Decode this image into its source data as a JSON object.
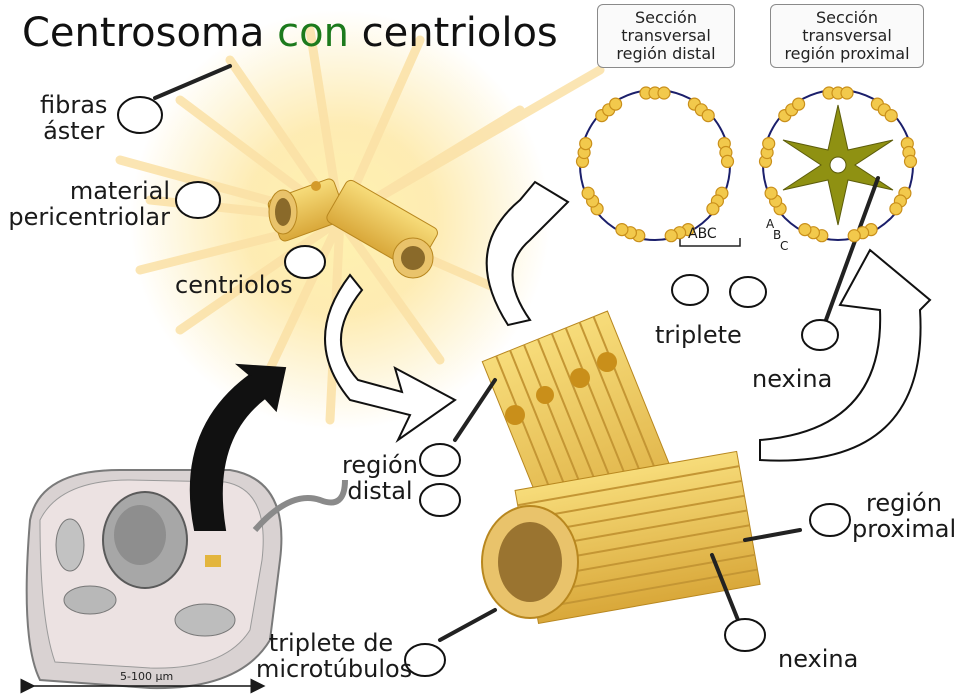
{
  "title": {
    "part1": "Centrosoma",
    "part2": "con",
    "part3": "centriolos"
  },
  "colors": {
    "accent_green": "#1c7a1c",
    "tubule": "#f2c94c",
    "tubule_dark": "#c98f1a",
    "linker": "#1b1f6b",
    "spoke": "#7a7a12"
  },
  "labels": {
    "fibras_line1": "fibras",
    "fibras_line2": "áster",
    "material_line1": "material",
    "material_line2": "pericentriolar",
    "centriolos": "centriolos",
    "region_distal_line1": "región",
    "region_distal_line2": "distal",
    "region_proximal_line1": "región",
    "region_proximal_line2": "proximal",
    "triplete_line1": "triplete de",
    "triplete_line2": "microtúbulos",
    "triplete_short": "triplete",
    "nexina_top": "nexina",
    "nexina_bottom": "nexina",
    "abc_left": "ABC",
    "abc_right_a": "A",
    "abc_right_b": "B",
    "abc_right_c": "C"
  },
  "sections": {
    "distal": [
      "Sección",
      "transversal",
      "región distal"
    ],
    "proximal": [
      "Sección",
      "transversal",
      "región proximal"
    ]
  },
  "scale_bar": "5-100 µm",
  "icons": [
    "glove-hand-icon",
    "tweezers-icon",
    "curved-arrow-icon"
  ]
}
